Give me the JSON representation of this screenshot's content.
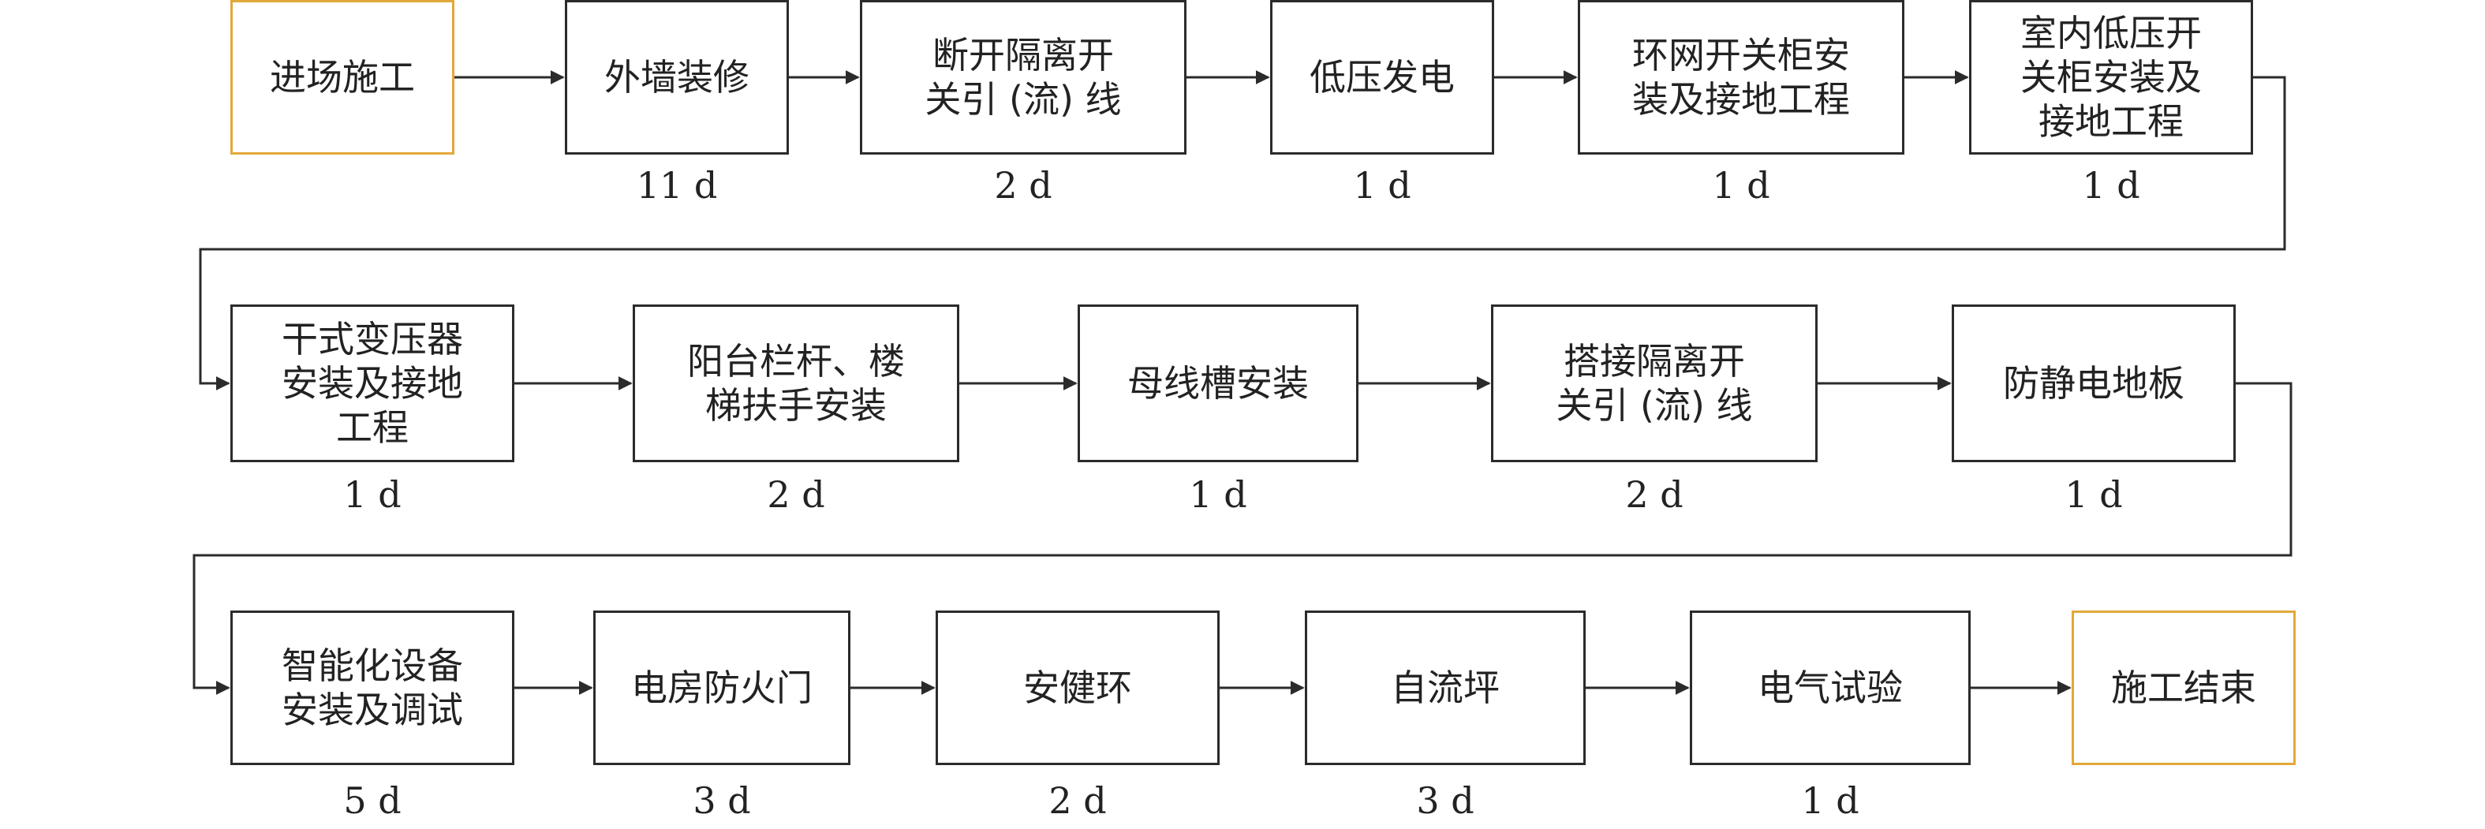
{
  "flow": {
    "steps": [
      {
        "label": "进场施工",
        "duration": ""
      },
      {
        "label": "外墙装修",
        "duration": "11 d"
      },
      {
        "label": "断开隔离开\n关引 (流) 线",
        "duration": "2 d"
      },
      {
        "label": "低压发电",
        "duration": "1 d"
      },
      {
        "label": "环网开关柜安\n装及接地工程",
        "duration": "1 d"
      },
      {
        "label": "室内低压开\n关柜安装及\n接地工程",
        "duration": "1 d"
      },
      {
        "label": "干式变压器\n安装及接地\n工程",
        "duration": "1 d"
      },
      {
        "label": "阳台栏杆、楼\n梯扶手安装",
        "duration": "2 d"
      },
      {
        "label": "母线槽安装",
        "duration": "1 d"
      },
      {
        "label": "搭接隔离开\n关引 (流) 线",
        "duration": "2 d"
      },
      {
        "label": "防静电地板",
        "duration": "1 d"
      },
      {
        "label": "智能化设备\n安装及调试",
        "duration": "5 d"
      },
      {
        "label": "电房防火门",
        "duration": "3 d"
      },
      {
        "label": "安健环",
        "duration": "2 d"
      },
      {
        "label": "自流坪",
        "duration": "3 d"
      },
      {
        "label": "电气试验",
        "duration": "1 d"
      },
      {
        "label": "施工结束",
        "duration": ""
      }
    ]
  }
}
